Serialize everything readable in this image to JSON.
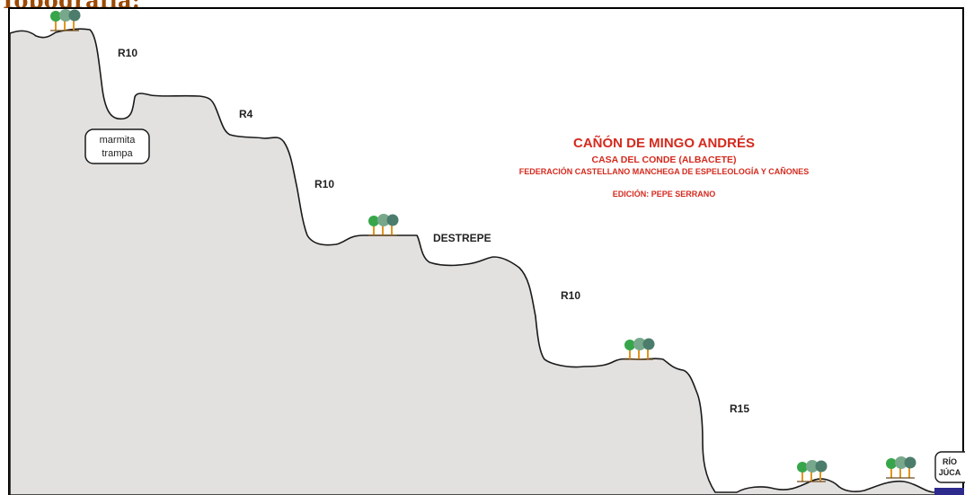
{
  "heading": "Topografía:",
  "title": {
    "main": "CAÑÓN DE MINGO ANDRÉS",
    "sub1": "CASA DEL CONDE (ALBACETE)",
    "sub2": "FEDERACIÓN CASTELLANO MANCHEGA DE ESPELEOLOGÍA Y CAÑONES",
    "edition": "EDICIÓN: PEPE SERRANO"
  },
  "labels": {
    "r10_a": "R10",
    "r4": "R4",
    "r10_b": "R10",
    "destrepe": "DESTREPE",
    "r10_c": "R10",
    "r15": "R15"
  },
  "boxes": {
    "marmita_line1": "marmita",
    "marmita_line2": "trampa",
    "rio_line1": "RÍO",
    "rio_line2": "JÚCA"
  },
  "colors": {
    "heading": "#9c4a06",
    "title": "#d42a1e",
    "rock": "#e3e1df",
    "river": "#2c2a8c"
  }
}
